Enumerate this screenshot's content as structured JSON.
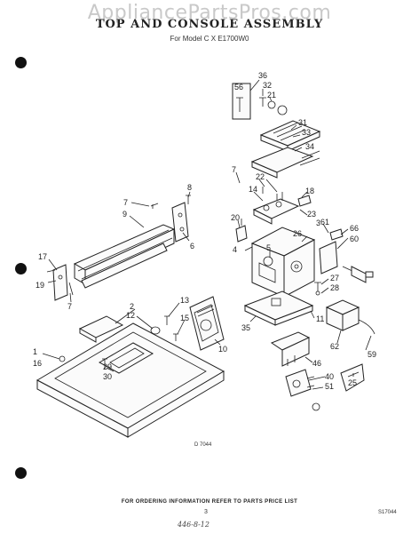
{
  "header": {
    "watermark": "AppliancePartsPros.com",
    "title": "TOP AND CONSOLE ASSEMBLY",
    "subtitle": "For Model C X E1700W0"
  },
  "callouts": {
    "c1": "1",
    "c2": "2",
    "c3": "3",
    "c4": "4",
    "c5": "5",
    "c6": "6",
    "c7a": "7",
    "c7b": "7",
    "c7c": "7",
    "c8": "8",
    "c9": "9",
    "c10": "10",
    "c11": "11",
    "c12": "12",
    "c13": "13",
    "c14": "14",
    "c15": "15",
    "c16": "16",
    "c17": "17",
    "c18": "18",
    "c19": "19",
    "c20": "20",
    "c21": "21",
    "c22": "22",
    "c23": "23",
    "c25": "25",
    "c26": "26",
    "c27": "27",
    "c28": "28",
    "c29": "29",
    "c30": "30",
    "c31": "31",
    "c32": "32",
    "c33": "33",
    "c34": "34",
    "c35": "35",
    "c36": "36",
    "c40": "40",
    "c46": "46",
    "c51": "51",
    "c56": "56",
    "c59": "59",
    "c60": "60",
    "c61": "61",
    "c62": "62",
    "c66": "66"
  },
  "figure_code": "D 7044",
  "footer": {
    "ordering_info": "FOR ORDERING INFORMATION REFER TO PARTS PRICE LIST",
    "page_number": "3",
    "reference_code": "S17044",
    "handwritten_note": "446-8-12"
  }
}
